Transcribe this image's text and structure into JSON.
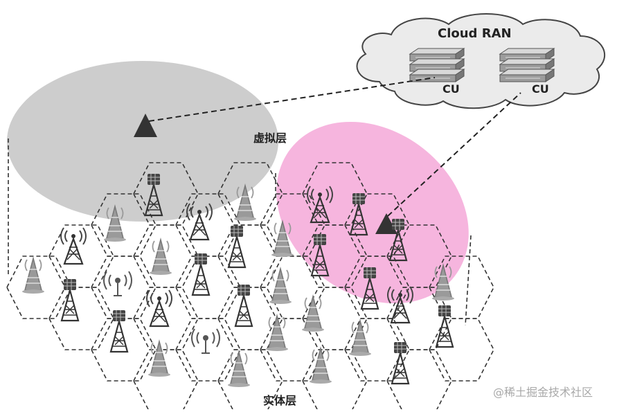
{
  "cloud": {
    "title": "Cloud RAN",
    "units": [
      "CU",
      "CU"
    ]
  },
  "labels": {
    "virtual_layer": "虚拟层",
    "physical_layer": "实体层"
  },
  "watermark": "@稀土掘金技术社区",
  "icons": {
    "cluster_a": "cu-server-stack-icon",
    "cluster_b": "cu-server-stack-icon",
    "virtual_node": "triangle-node-icon",
    "cell_tower": "cell-tower-icon",
    "antenna": "antenna-icon",
    "broadcast": "broadcast-icon"
  },
  "colors": {
    "virtual_gray": "#c8c8c8",
    "virtual_pink": "#f4a8d8",
    "outline": "#222222"
  }
}
